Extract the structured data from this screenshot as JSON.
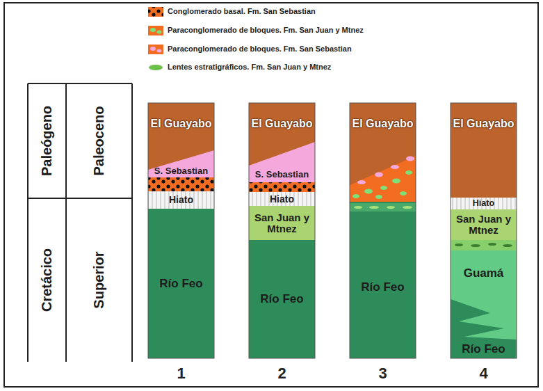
{
  "diagram": {
    "nodes": [
      {
        "text": [
          "Paleógeno"
        ]
      },
      {
        "text": [
          "Paleoceno"
        ]
      },
      {
        "text": [
          "Cretácico"
        ]
      },
      {
        "text": [
          "Superior"
        ]
      },
      {
        "text": [
          "El Guayabo"
        ]
      },
      {
        "text": [
          "S. Sebastian"
        ]
      },
      {
        "text": [
          "Hiato"
        ]
      },
      {
        "text": [
          "Río Feo"
        ]
      },
      {
        "text": [
          "El Guayabo"
        ]
      },
      {
        "text": [
          "S. Sebastian"
        ]
      },
      {
        "text": [
          "Hiato"
        ]
      },
      {
        "text": [
          "San Juan y Mtnez"
        ]
      },
      {
        "text": [
          "Río Feo"
        ]
      },
      {
        "text": [
          "El Guayabo"
        ]
      },
      {
        "text": [
          "Río Feo"
        ]
      },
      {
        "text": [
          "El Guayabo"
        ]
      },
      {
        "text": [
          "Hiato"
        ]
      },
      {
        "text": [
          "San Juan y Mtnez"
        ]
      },
      {
        "text": [
          "Guamá",
          "Río Feo"
        ]
      }
    ],
    "labels": [
      "1",
      "2",
      "3",
      "4"
    ],
    "legend": [
      {
        "text": "Conglomerado basal. Fm. San Sebastian"
      },
      {
        "text": "Paraconglomerado de bloques. Fm. San Juan y Mtnez"
      },
      {
        "text": "Paraconglomerado de bloques. Fm. San Sebastian"
      },
      {
        "text": "Lentes estratigráficos. Fm. San Juan y Mtnez"
      }
    ]
  }
}
